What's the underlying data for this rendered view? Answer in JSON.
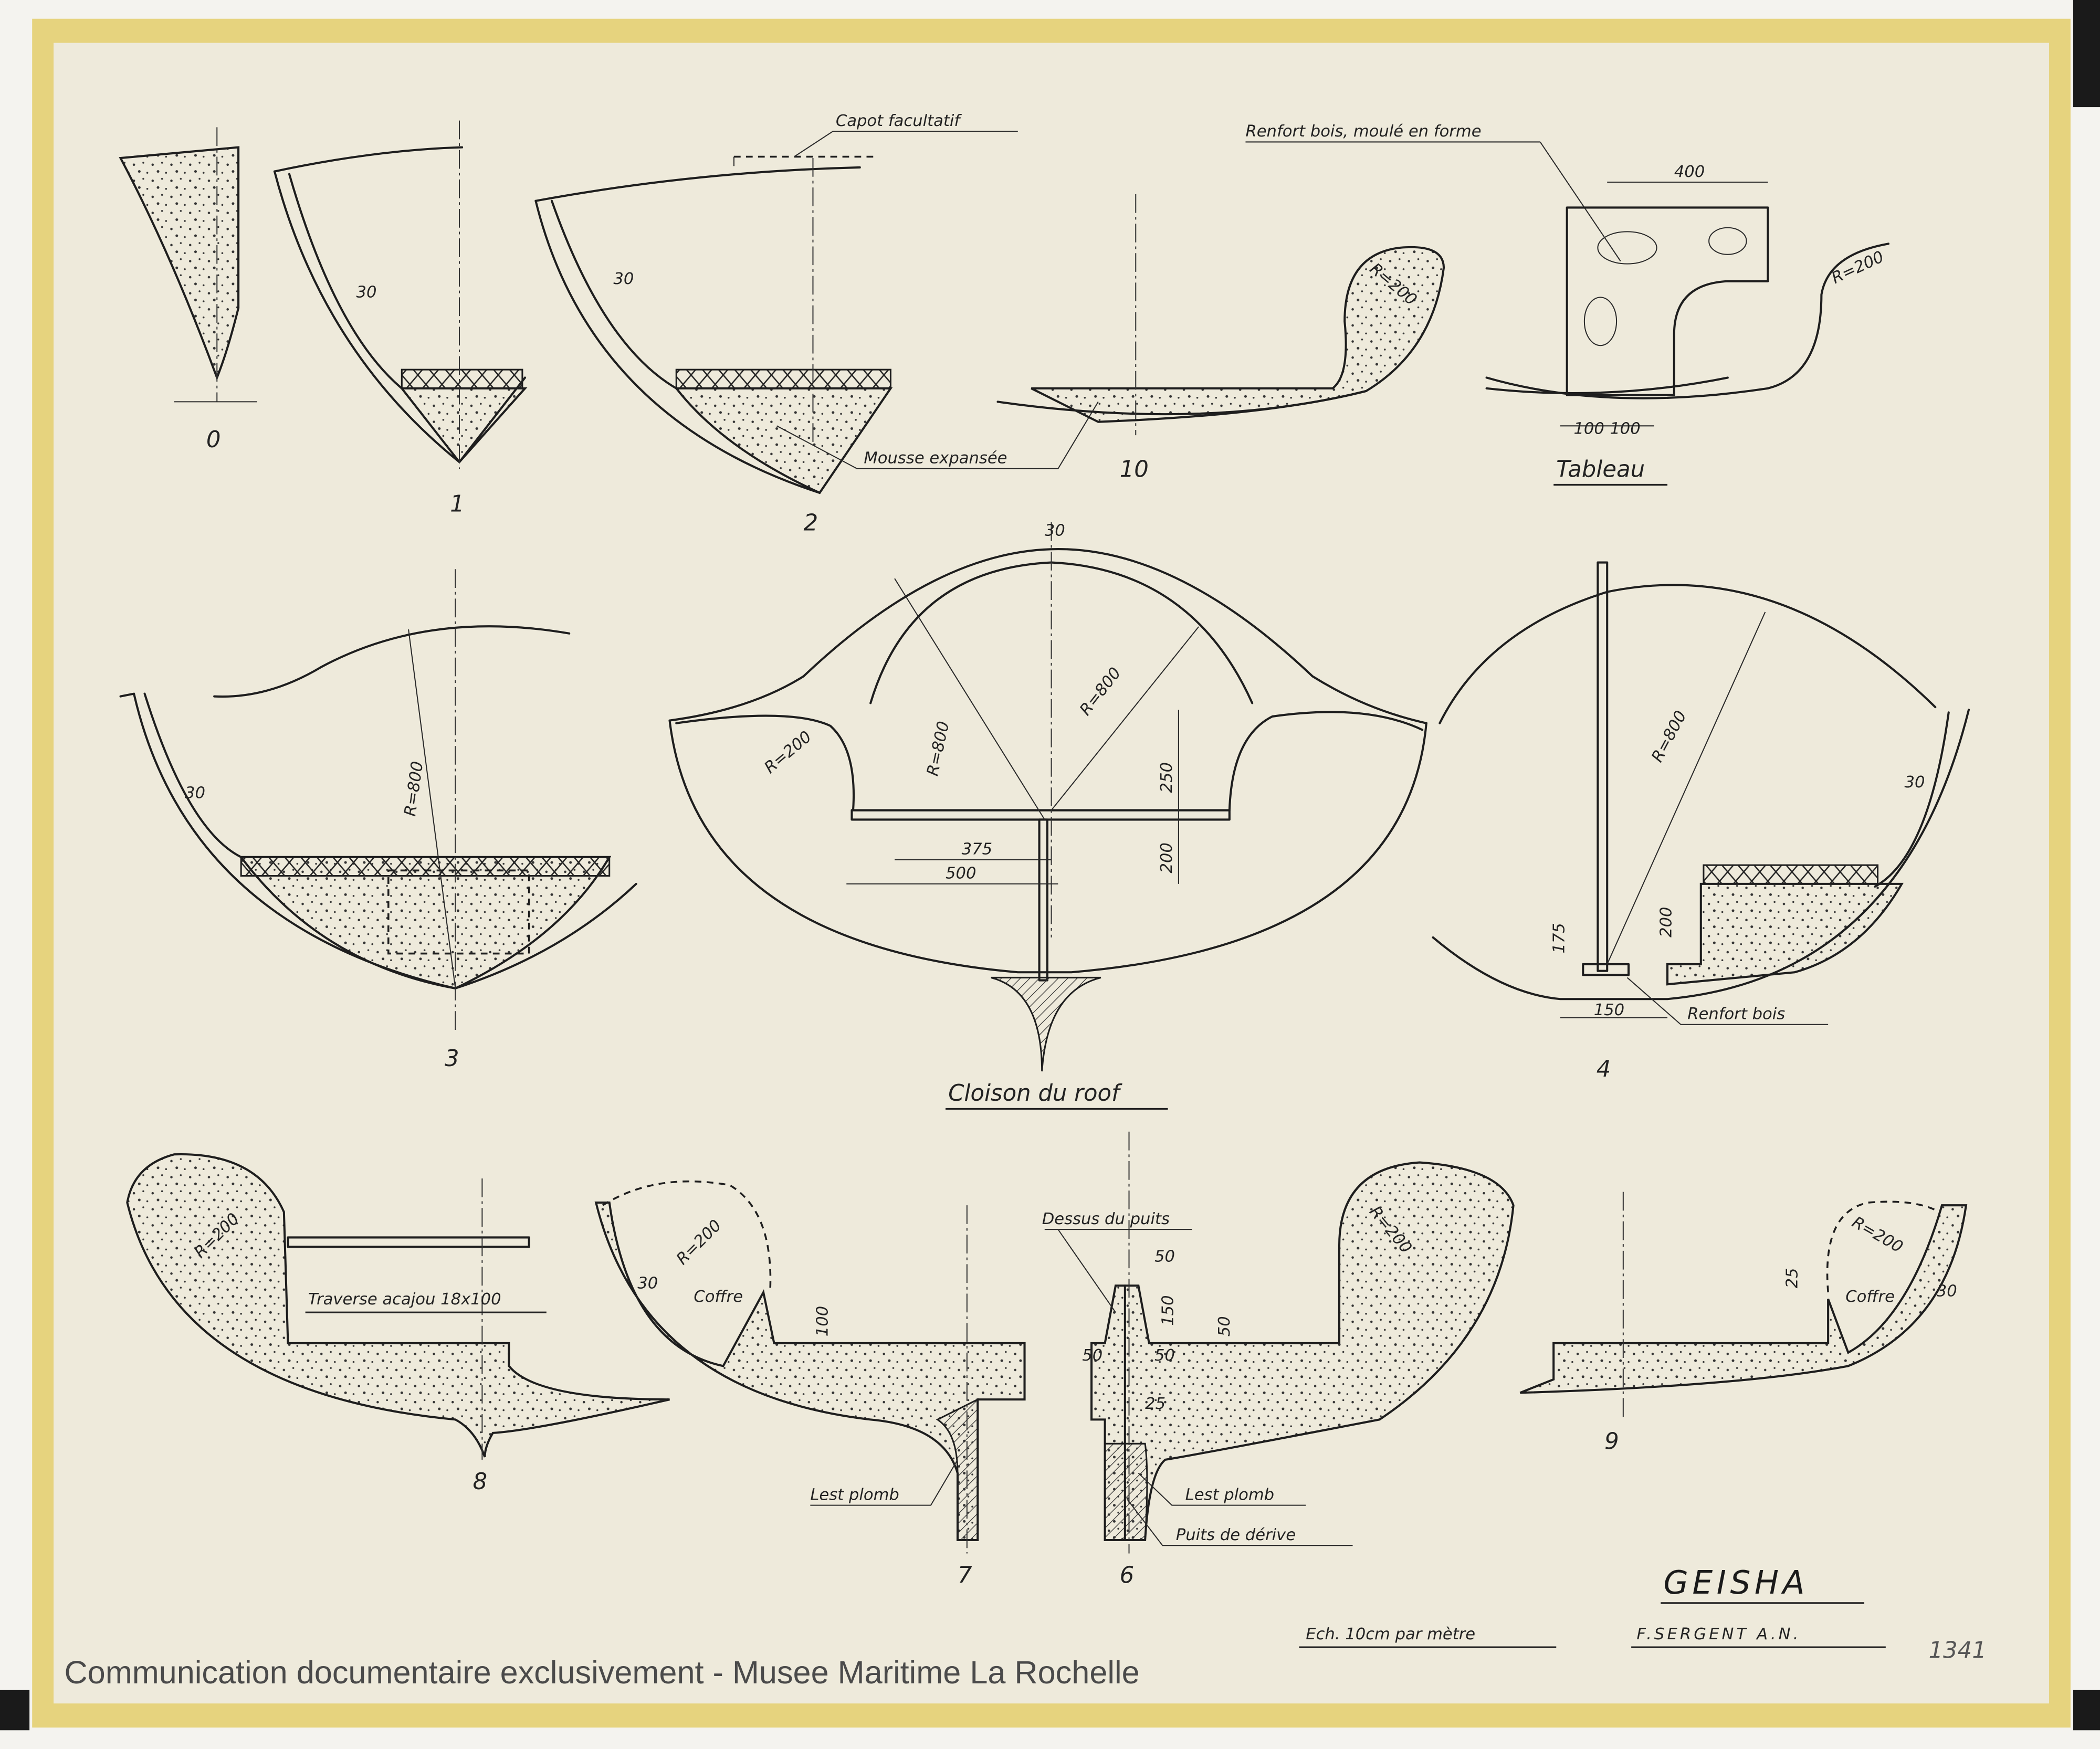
{
  "title": "GEISHA",
  "scale": "Ech. 10cm par mètre",
  "author": "F.SERGENT A.N.",
  "drawing_number": "1341",
  "watermark": "Communication documentaire exclusivement - Musee Maritime La Rochelle",
  "colors": {
    "paper": "#eeeadb",
    "tape": "#e6d37e",
    "ink": "#1e1e1e"
  },
  "sections": {
    "s0": {
      "label": "0"
    },
    "s1": {
      "label": "1",
      "thickness": "30"
    },
    "s2": {
      "label": "2",
      "thickness": "30",
      "capot": "Capot facultatif",
      "mousse": "Mousse expansée"
    },
    "s10": {
      "label": "10",
      "radius": "R=200"
    },
    "tableau": {
      "label": "Tableau",
      "renfort": "Renfort bois, moulé en forme",
      "width": "400",
      "radius": "R=200",
      "dim_a": "100",
      "dim_b": "100"
    },
    "s3": {
      "label": "3",
      "radius": "R=800",
      "thickness": "30"
    },
    "cloison": {
      "label": "Cloison du roof",
      "top": "30",
      "r1": "R=800",
      "r2": "R=800",
      "r3": "R=200",
      "h1": "250",
      "h2": "200",
      "w1": "375",
      "w2": "500"
    },
    "s4": {
      "label": "4",
      "radius": "R=800",
      "thickness": "30",
      "h1": "175",
      "h2": "200",
      "w": "150",
      "renfort": "Renfort bois"
    },
    "s8": {
      "label": "8",
      "radius": "R=200",
      "traverse": "Traverse acajou 18x100"
    },
    "s7": {
      "label": "7",
      "radius": "R=200",
      "thickness": "30",
      "coffre": "Coffre",
      "h": "100",
      "lest": "Lest plomb"
    },
    "s6": {
      "label": "6",
      "dessus": "Dessus du puits",
      "w_top": "50",
      "h": "150",
      "h2": "50",
      "w_l": "50",
      "w_r": "50",
      "slot": "25",
      "radius": "R=200",
      "lest": "Lest plomb",
      "puits": "Puits de dérive"
    },
    "s9": {
      "label": "9",
      "radius": "R=200",
      "h": "25",
      "coffre": "Coffre",
      "thickness": "30"
    }
  }
}
